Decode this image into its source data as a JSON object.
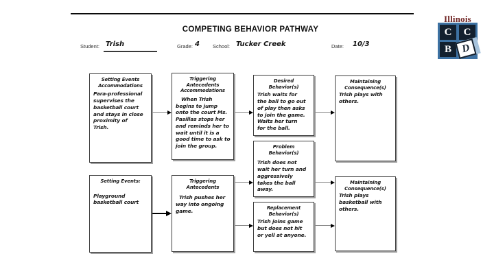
{
  "header": {
    "title": "COMPETING BEHAVIOR PATHWAY",
    "fields": {
      "student_label": "Student:",
      "student_value": "Trish",
      "grade_label": "Grade:",
      "grade_value": "4",
      "school_label": "School:",
      "school_value": "Tucker Creek",
      "date_label": "Date:",
      "date_value": "10/3"
    }
  },
  "logo": {
    "state": "Illinois",
    "letter_c1": "C",
    "letter_c2": "C",
    "letter_b": "B",
    "letter_d": "D",
    "colors": {
      "state_text": "#702524",
      "grid_bg": "#3e72a3",
      "tile_bg": "#13202e",
      "tile_text": "#ffffff",
      "d_shadow": "#a6c3dc"
    }
  },
  "diagram": {
    "boxes": [
      {
        "id": "setting-events-accommodations",
        "title": "Setting Events\nAccommodations",
        "body": "Para-professional\nsupervises the\nbasketball court\nand stays in close\nproximity of\nTrish."
      },
      {
        "id": "triggering-antecedents-accommodations",
        "title": "Triggering Antecedents\nAccommodations",
        "body": "When Trish\nbegins to jump\nonto the court Ms.\nPasillas stops her\nand reminds her to\nwait until it is a\ngood time to ask to\njoin the group."
      },
      {
        "id": "desired-behaviors",
        "title": "Desired\nBehavior(s)",
        "body": "Trish waits for\nthe ball to go out\nof play then asks\nto join the game.\nWaits her turn\nfor the ball."
      },
      {
        "id": "maintaining-consequences-top",
        "title": "Maintaining\nConsequence(s)",
        "body": "Trish plays with\nothers."
      },
      {
        "id": "problem-behaviors",
        "title": "Problem\nBehavior(s)",
        "body": "Trish does not\nwait her turn and\naggressively\ntakes the ball\naway."
      },
      {
        "id": "setting-events",
        "title": "Setting Events:",
        "body": "Playground\nbasketball court"
      },
      {
        "id": "triggering-antecedents",
        "title": "Triggering\nAntecedents",
        "body": "Trish pushes her\nway into ongoing\ngame."
      },
      {
        "id": "replacement-behaviors",
        "title": "Replacement\nBehavior(s)",
        "body": "Trish joins game\nbut does not hit\nor yell at anyone."
      },
      {
        "id": "maintaining-consequences-bottom",
        "title": "Maintaining\nConsequence(s)",
        "body": "Trish plays\nbasketball with\nothers."
      }
    ],
    "connections": [
      {
        "from": "setting-events-accommodations",
        "to": "triggering-antecedents-accommodations"
      },
      {
        "from": "triggering-antecedents-accommodations",
        "to": "desired-behaviors"
      },
      {
        "from": "desired-behaviors",
        "to": "maintaining-consequences-top"
      },
      {
        "from": "setting-events",
        "to": "triggering-antecedents"
      },
      {
        "from": "triggering-antecedents",
        "to": "problem-behaviors"
      },
      {
        "from": "problem-behaviors",
        "to": "maintaining-consequences-bottom"
      },
      {
        "from": "triggering-antecedents",
        "to": "replacement-behaviors"
      },
      {
        "from": "replacement-behaviors",
        "to": "maintaining-consequences-bottom"
      }
    ]
  }
}
